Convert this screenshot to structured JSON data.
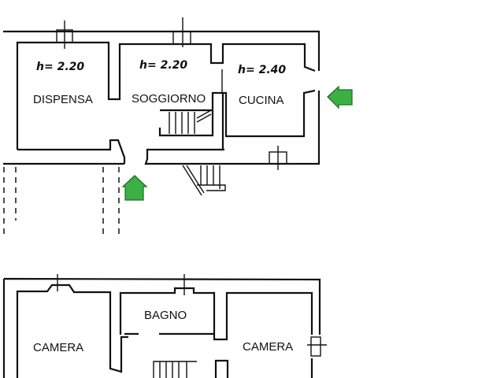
{
  "ground_floor": {
    "rooms": [
      {
        "name": "DISPENSA",
        "height": "h= 2.20"
      },
      {
        "name": "SOGGIORNO",
        "height": "h= 2.20"
      },
      {
        "name": "CUCINA",
        "height": "h= 2.40"
      }
    ],
    "entrances": [
      "entrance-right",
      "entrance-bottom"
    ]
  },
  "first_floor": {
    "rooms": [
      {
        "name": "BAGNO"
      },
      {
        "name": "CAMERA"
      },
      {
        "name": "CAMERA"
      }
    ]
  },
  "colors": {
    "arrow": "#3cb043",
    "arrow_stroke": "#1d6b22",
    "walls": "#111111"
  }
}
